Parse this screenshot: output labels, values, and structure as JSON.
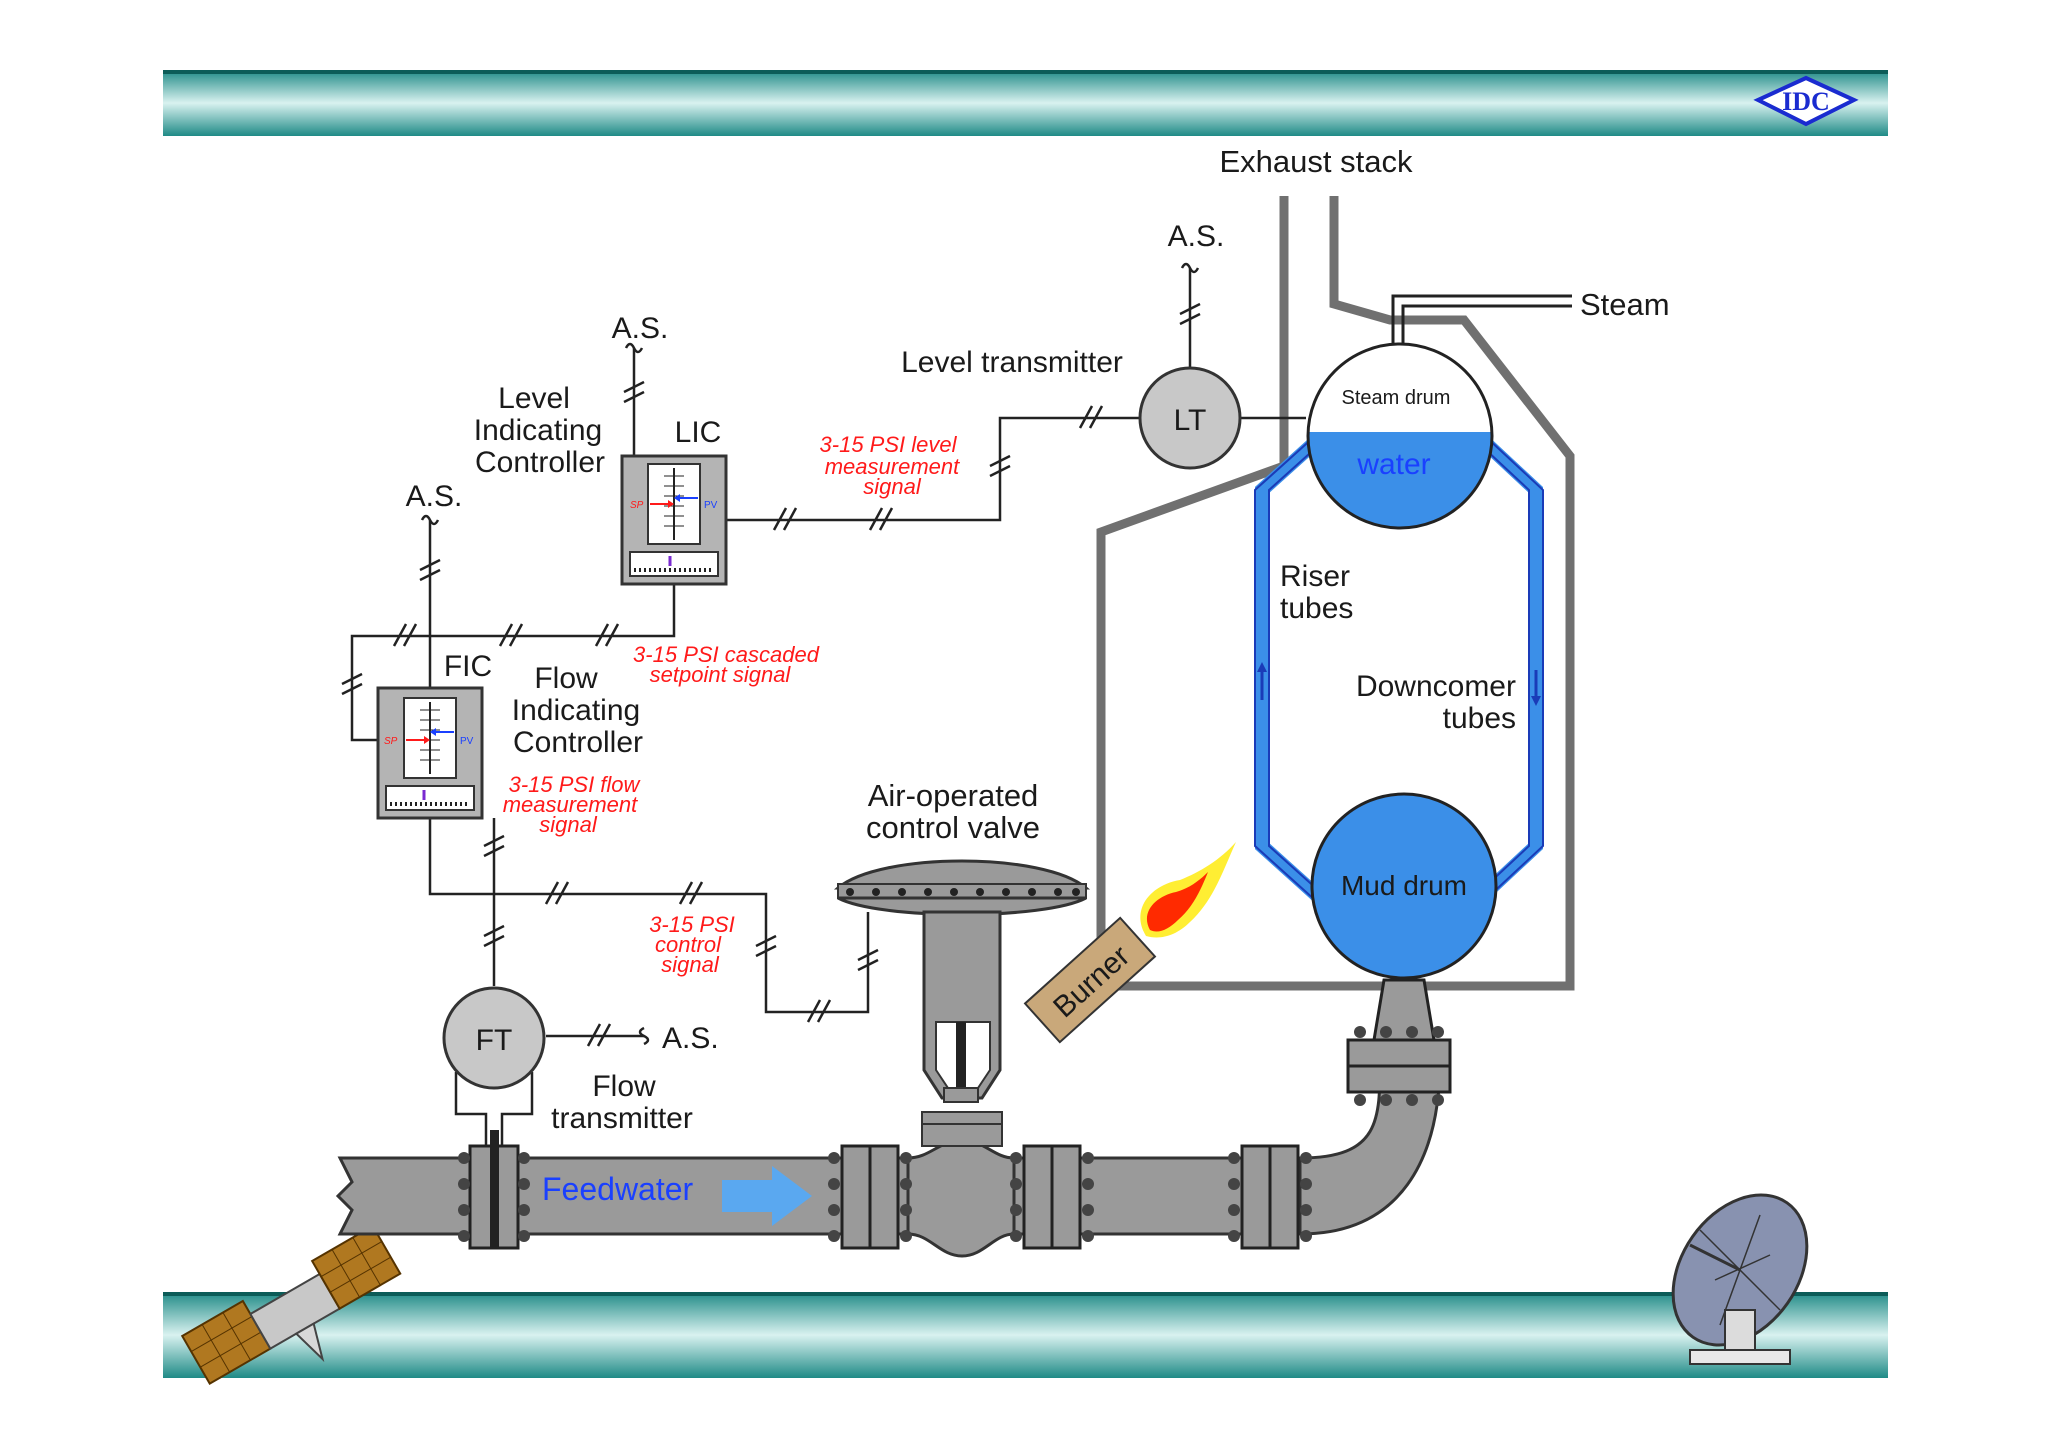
{
  "header": {
    "logo_text": "IDC"
  },
  "labels": {
    "exhaust_stack": "Exhaust stack",
    "steam": "Steam",
    "steam_drum": "Steam drum",
    "water": "water",
    "riser_tubes_1": "Riser",
    "riser_tubes_2": "tubes",
    "downcomer_1": "Downcomer",
    "downcomer_2": "tubes",
    "mud_drum": "Mud drum",
    "burner": "Burner",
    "level_transmitter": "Level transmitter",
    "lt": "LT",
    "lic": "LIC",
    "lic_name_1": "Level",
    "lic_name_2": "Indicating",
    "lic_name_3": "Controller",
    "fic": "FIC",
    "fic_name_1": "Flow",
    "fic_name_2": "Indicating",
    "fic_name_3": "Controller",
    "ft": "FT",
    "flow_transmitter_1": "Flow",
    "flow_transmitter_2": "transmitter",
    "valve_1": "Air-operated",
    "valve_2": "control valve",
    "feedwater": "Feedwater",
    "as": "A.S.",
    "sp": "SP",
    "pv": "PV"
  },
  "signals": {
    "level_meas_1": "3-15 PSI level",
    "level_meas_2": "measurement",
    "level_meas_3": "signal",
    "cascade_1": "3-15 PSI cascaded",
    "cascade_2": "setpoint signal",
    "flow_meas_1": "3-15 PSI flow",
    "flow_meas_2": "measurement",
    "flow_meas_3": "signal",
    "control_1": "3-15 PSI",
    "control_2": "control",
    "control_3": "signal"
  },
  "colors": {
    "band_dark": "#1f8a86",
    "band_light": "#d9f2f0",
    "pipe": "#9a9a9a",
    "water": "#3b8fe8",
    "signal_text": "#ff1a1a",
    "feedwater_text": "#1a40ff",
    "burner": "#c9a87a"
  }
}
